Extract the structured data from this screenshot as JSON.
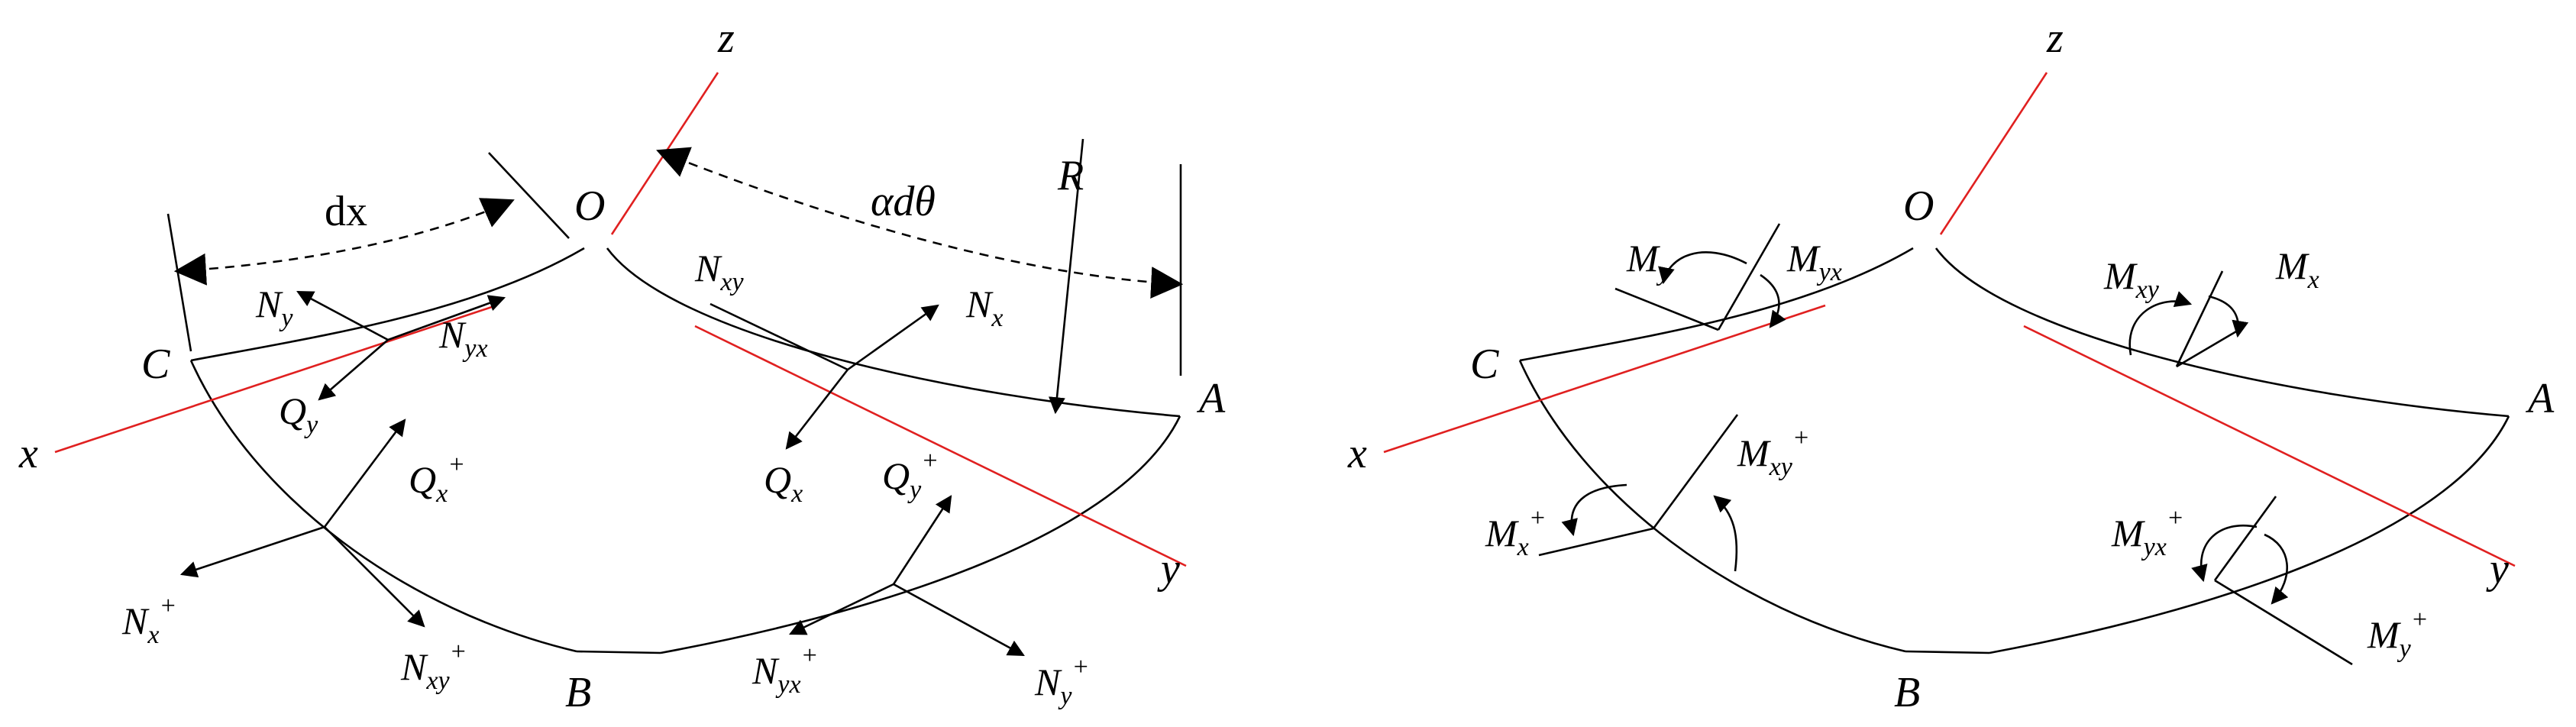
{
  "left_panel": {
    "axis_z": "z",
    "axis_x": "x",
    "axis_y": "y",
    "origin": "O",
    "corner_a": "A",
    "corner_b": "B",
    "corner_c": "C",
    "radius": "R",
    "dx": "dx",
    "angle": "αdθ",
    "forces": {
      "n": "N",
      "q": "Q",
      "sub_x": "x",
      "sub_y": "y",
      "sub_xy": "xy",
      "sub_yx": "yx",
      "plus": "+"
    }
  },
  "right_panel": {
    "axis_z": "z",
    "axis_x": "x",
    "axis_y": "y",
    "origin": "O",
    "corner_a": "A",
    "corner_b": "B",
    "corner_c": "C",
    "moments": {
      "m": "M",
      "sub_x": "x",
      "sub_y": "y",
      "sub_xy": "xy",
      "sub_yx": "yx",
      "plus": "+"
    }
  },
  "colors": {
    "axis_red": "#e02020",
    "line": "#000000"
  }
}
